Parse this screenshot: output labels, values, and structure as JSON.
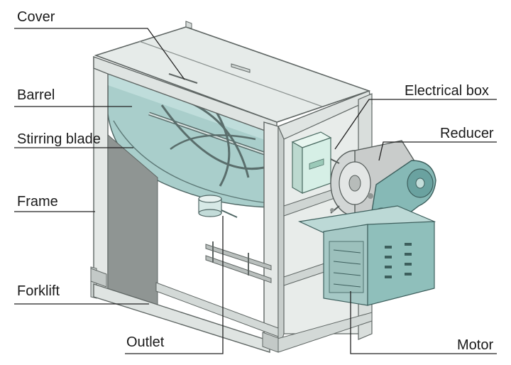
{
  "labels": {
    "cover": "Cover",
    "barrel": "Barrel",
    "stirring_blade": "Stirring blade",
    "frame": "Frame",
    "forklift": "Forklift",
    "outlet": "Outlet",
    "electrical_box": "Electrical box",
    "reducer": "Reducer",
    "motor": "Motor"
  },
  "electrical_box_marking": "",
  "colors": {
    "frame": "#e4e8e6",
    "frame_edge": "#6b7270",
    "barrel": "#aacfcc",
    "barrel_light": "#cfe6e3",
    "reducer": "#c9cccb",
    "motor_panel": "#8fbfbb",
    "belt_guard": "#7fb3b1",
    "electrical_box": "#d6efe6",
    "leader_line": "#222222",
    "label_text": "#1a1a1a"
  }
}
